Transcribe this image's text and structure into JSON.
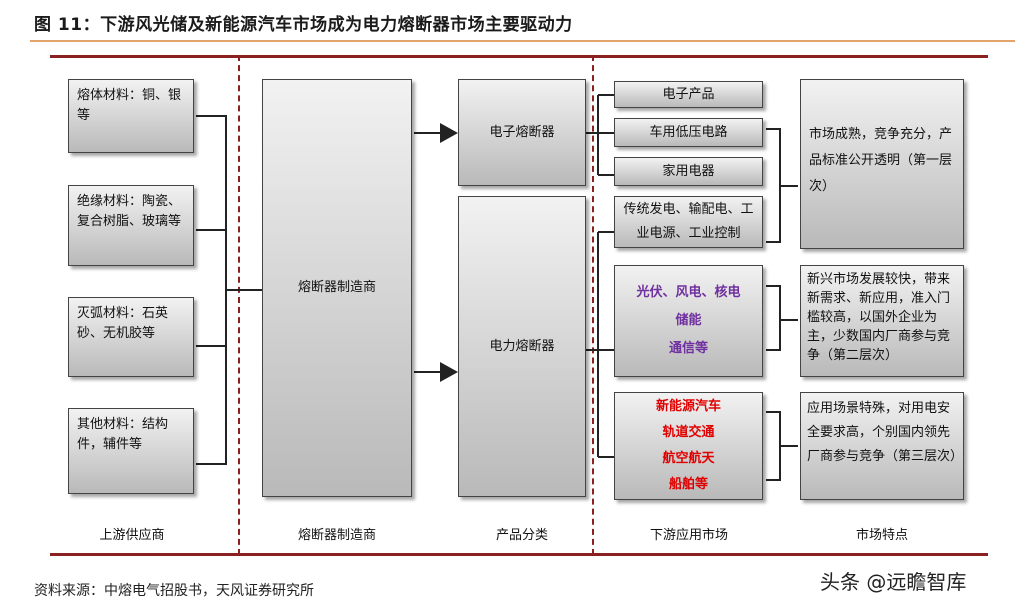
{
  "title": "图 11：下游风光储及新能源汽车市场成为电力熔断器市场主要驱动力",
  "materials": [
    "熔体材料：铜、银等",
    "绝缘材料：陶瓷、复合树脂、玻璃等",
    "灭弧材料：石英砂、无机胶等",
    "其他材料：结构件，辅件等"
  ],
  "manufacturer": "熔断器制造商",
  "products": [
    "电子熔断器",
    "电力熔断器"
  ],
  "apps_tier1": [
    "电子产品",
    "车用低压电路",
    "家用电器",
    "传统发电、输配电、工业电源、工业控制"
  ],
  "apps_tier2": [
    "光伏、风电、核电",
    "储能",
    "通信等"
  ],
  "apps_tier3": [
    "新能源汽车",
    "轨道交通",
    "航空航天",
    "船舶等"
  ],
  "features": [
    "市场成熟，竞争充分，产品标准公开透明（第一层次）",
    "新兴市场发展较快，带来新需求、新应用，准入门槛较高，以国外企业为主，少数国内厂商参与竞争（第二层次）",
    "应用场景特殊，对用电安全要求高，个别国内领先厂商参与竞争（第三层次）"
  ],
  "column_labels": [
    "上游供应商",
    "熔断器制造商",
    "产品分类",
    "下游应用市场",
    "市场特点"
  ],
  "source": "资料来源：中熔电气招股书，天风证券研究所",
  "watermark": "头条 @远瞻智库",
  "colors": {
    "rule": "#8b2020",
    "title_rule": "#e2a46a",
    "tier2_text": "#7030a0",
    "tier3_text": "#e00000"
  }
}
